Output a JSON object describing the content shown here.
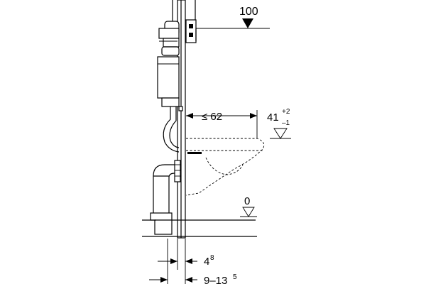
{
  "dimensions": {
    "top_level": "100",
    "depth_main": "≤ 62",
    "seat_height_main": "41",
    "seat_tol_plus": "+2",
    "seat_tol_minus": "–1",
    "floor_level": "0",
    "offset_main": "4",
    "offset_sup": "8",
    "range_main": "9–13",
    "range_sup": "5"
  },
  "colors": {
    "line": "#000000",
    "background": "#ffffff"
  }
}
